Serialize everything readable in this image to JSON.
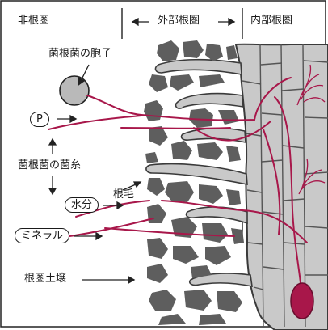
{
  "header": {
    "non_rhizosphere": "非根圏",
    "outer_rhizosphere": "外部根圏",
    "inner_rhizosphere": "内部根圏"
  },
  "labels": {
    "spore": "菌根菌の胞子",
    "p": "P",
    "hyphae": "菌根菌の菌糸",
    "water": "水分",
    "root_hair": "根毛",
    "mineral": "ミネラル",
    "rhizosphere_soil": "根圏土壌"
  },
  "colors": {
    "hypha": "#a8174a",
    "soil": "#5e5e5e",
    "root": "#c8c8c8",
    "root_edge": "#3a3a3a",
    "spore_fill": "#b9b9b9",
    "nucleus": "#a8174a"
  }
}
